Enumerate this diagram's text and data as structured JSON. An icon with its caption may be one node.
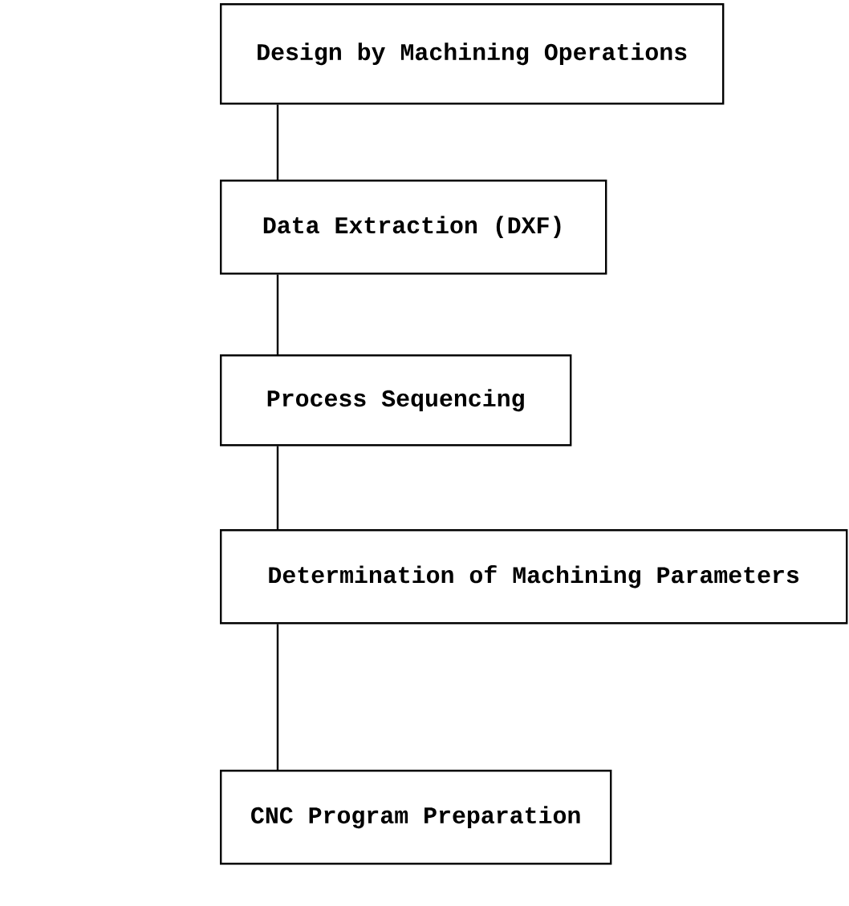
{
  "diagram": {
    "nodes": [
      {
        "text": [
          "Design by Machining Operations"
        ]
      },
      {
        "text": [
          "Data Extraction (DXF)"
        ]
      },
      {
        "text": [
          "Process Sequencing"
        ]
      },
      {
        "text": [
          "Determination of Machining Parameters"
        ]
      },
      {
        "text": [
          "CNC Program Preparation"
        ]
      }
    ],
    "edges": [
      {
        "from": 0,
        "to": 1,
        "arrow": "none"
      },
      {
        "from": 1,
        "to": 2,
        "arrow": "none"
      },
      {
        "from": 2,
        "to": 3,
        "arrow": "none"
      },
      {
        "from": 3,
        "to": 4,
        "arrow": "none"
      }
    ]
  }
}
